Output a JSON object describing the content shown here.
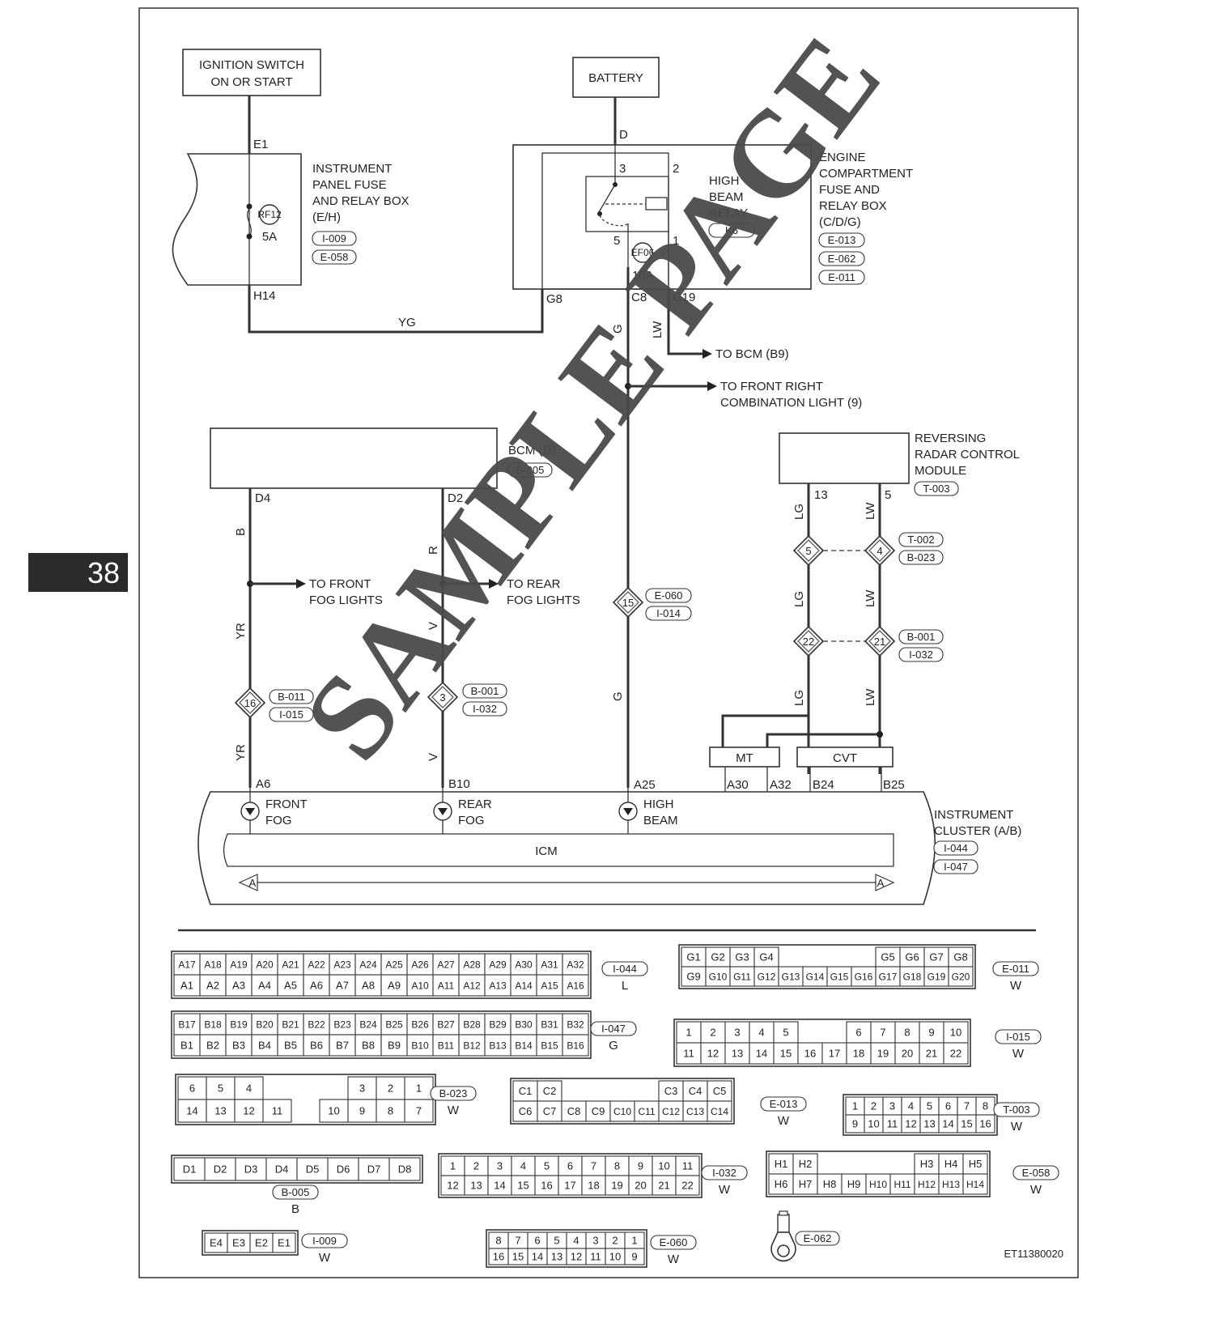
{
  "page_number": "38",
  "figure_code": "ET11380020",
  "watermark": "SAMPLE PAGE",
  "components": {
    "ignition_switch": [
      "IGNITION SWITCH",
      "ON OR START"
    ],
    "battery": "BATTERY",
    "ip_fuse_box": [
      "INSTRUMENT",
      "PANEL FUSE",
      "AND RELAY BOX",
      "(E/H)"
    ],
    "ip_fuse_connectors": [
      "I-009",
      "E-058"
    ],
    "ip_fuse": {
      "id": "RF12",
      "rating": "5A"
    },
    "engine_fuse_box": [
      "ENGINE",
      "COMPARTMENT",
      "FUSE AND",
      "RELAY BOX",
      "(C/D/G)"
    ],
    "engine_fuse_connectors": [
      "E-013",
      "E-062",
      "E-011"
    ],
    "high_beam_relay": [
      "HIGH",
      "BEAM",
      "RELAY"
    ],
    "relay_id": "K6",
    "engine_fuse": {
      "id": "EF06",
      "rating": "10A"
    },
    "bcm": "BCM (D)",
    "bcm_connector": "B-005",
    "radar": [
      "REVERSING",
      "RADAR CONTROL",
      "MODULE"
    ],
    "radar_connector": "T-003",
    "icm": "ICM",
    "cluster": [
      "INSTRUMENT",
      "CLUSTER (A/B)"
    ],
    "cluster_connectors": [
      "I-044",
      "I-047"
    ],
    "mt": "MT",
    "cvt": "CVT",
    "front_fog": [
      "FRONT",
      "FOG"
    ],
    "rear_fog": [
      "REAR",
      "FOG"
    ],
    "high_beam": [
      "HIGH",
      "BEAM"
    ],
    "section_marker": "A"
  },
  "pins": {
    "e1": "E1",
    "h14": "H14",
    "d": "D",
    "g8": "G8",
    "c8": "C8",
    "g19": "G19",
    "relay3": "3",
    "relay2": "2",
    "relay5": "5",
    "relay1": "1",
    "d4": "D4",
    "d2": "D2",
    "p13": "13",
    "p5": "5",
    "a6": "A6",
    "b10": "B10",
    "a25": "A25",
    "a30": "A30",
    "a32": "A32",
    "b24": "B24",
    "b25": "B25"
  },
  "wires": {
    "yg": "YG",
    "g": "G",
    "lw": "LW",
    "b": "B",
    "r": "R",
    "yr": "YR",
    "v": "V",
    "lg": "LG"
  },
  "arrows": {
    "to_bcm": "TO BCM (B9)",
    "to_front_right": [
      "TO FRONT RIGHT",
      "COMBINATION LIGHT (9)"
    ],
    "to_front_fog": [
      "TO FRONT",
      "FOG LIGHTS"
    ],
    "to_rear_fog": [
      "TO REAR",
      "FOG LIGHTS"
    ]
  },
  "splices": [
    {
      "num": "16",
      "conns": [
        "B-011",
        "I-015"
      ]
    },
    {
      "num": "3",
      "conns": [
        "B-001",
        "I-032"
      ]
    },
    {
      "num": "15",
      "conns": [
        "E-060",
        "I-014"
      ]
    },
    {
      "num": "5",
      "conns": []
    },
    {
      "num": "4",
      "conns": [
        "T-002",
        "B-023"
      ]
    },
    {
      "num": "22",
      "conns": []
    },
    {
      "num": "21",
      "conns": [
        "B-001",
        "I-032"
      ]
    }
  ],
  "connector_views": [
    {
      "id": "I-044",
      "color": "L",
      "rows": [
        [
          "A17",
          "A18",
          "A19",
          "A20",
          "A21",
          "A22",
          "A23",
          "A24",
          "A25",
          "A26",
          "A27",
          "A28",
          "A29",
          "A30",
          "A31",
          "A32"
        ],
        [
          "A1",
          "A2",
          "A3",
          "A4",
          "A5",
          "A6",
          "A7",
          "A8",
          "A9",
          "A10",
          "A11",
          "A12",
          "A13",
          "A14",
          "A15",
          "A16"
        ]
      ]
    },
    {
      "id": "I-047",
      "color": "G",
      "rows": [
        [
          "B17",
          "B18",
          "B19",
          "B20",
          "B21",
          "B22",
          "B23",
          "B24",
          "B25",
          "B26",
          "B27",
          "B28",
          "B29",
          "B30",
          "B31",
          "B32"
        ],
        [
          "B1",
          "B2",
          "B3",
          "B4",
          "B5",
          "B6",
          "B7",
          "B8",
          "B9",
          "B10",
          "B11",
          "B12",
          "B13",
          "B14",
          "B15",
          "B16"
        ]
      ]
    },
    {
      "id": "B-023",
      "color": "W",
      "rows": [
        [
          "6",
          "5",
          "4",
          "",
          "",
          "",
          "3",
          "2",
          "1"
        ],
        [
          "14",
          "13",
          "12",
          "11",
          "",
          "10",
          "9",
          "8",
          "7"
        ]
      ]
    },
    {
      "id": "B-005",
      "color": "B",
      "rows": [
        [
          "D1",
          "D2",
          "D3",
          "D4",
          "D5",
          "D6",
          "D7",
          "D8"
        ]
      ]
    },
    {
      "id": "I-009",
      "color": "W",
      "rows": [
        [
          "E4",
          "E3",
          "E2",
          "E1"
        ]
      ]
    },
    {
      "id": "E-011",
      "color": "W",
      "rows": [
        [
          "G1",
          "G2",
          "G3",
          "G4",
          "",
          "",
          "",
          "",
          "G5",
          "G6",
          "G7",
          "G8"
        ],
        [
          "G9",
          "G10",
          "G11",
          "G12",
          "G13",
          "G14",
          "G15",
          "G16",
          "G17",
          "G18",
          "G19",
          "G20"
        ]
      ]
    },
    {
      "id": "I-015",
      "color": "W",
      "rows": [
        [
          "1",
          "2",
          "3",
          "4",
          "5",
          "",
          "",
          "6",
          "7",
          "8",
          "9",
          "10"
        ],
        [
          "11",
          "12",
          "13",
          "14",
          "15",
          "16",
          "17",
          "18",
          "19",
          "20",
          "21",
          "22"
        ]
      ]
    },
    {
      "id": "E-013",
      "color": "W",
      "rows": [
        [
          "C1",
          "C2",
          "",
          "",
          "",
          "",
          "C3",
          "C4",
          "C5"
        ],
        [
          "C6",
          "C7",
          "C8",
          "C9",
          "C10",
          "C11",
          "C12",
          "C13",
          "C14"
        ]
      ]
    },
    {
      "id": "T-003",
      "color": "W",
      "rows": [
        [
          "1",
          "2",
          "3",
          "4",
          "5",
          "6",
          "7",
          "8"
        ],
        [
          "9",
          "10",
          "11",
          "12",
          "13",
          "14",
          "15",
          "16"
        ]
      ]
    },
    {
      "id": "I-032",
      "color": "W",
      "rows": [
        [
          "1",
          "2",
          "3",
          "4",
          "5",
          "6",
          "7",
          "8",
          "9",
          "10",
          "11"
        ],
        [
          "12",
          "13",
          "14",
          "15",
          "16",
          "17",
          "18",
          "19",
          "20",
          "21",
          "22"
        ]
      ]
    },
    {
      "id": "E-058",
      "color": "W",
      "rows": [
        [
          "H1",
          "H2",
          "",
          "",
          "",
          "",
          "H3",
          "H4",
          "H5"
        ],
        [
          "H6",
          "H7",
          "H8",
          "H9",
          "H10",
          "H11",
          "H12",
          "H13",
          "H14"
        ]
      ]
    },
    {
      "id": "E-060",
      "color": "W",
      "rows": [
        [
          "8",
          "7",
          "6",
          "5",
          "4",
          "3",
          "2",
          "1"
        ],
        [
          "16",
          "15",
          "14",
          "13",
          "12",
          "11",
          "10",
          "9"
        ]
      ]
    },
    {
      "id": "E-062",
      "color": "",
      "rows": []
    }
  ]
}
